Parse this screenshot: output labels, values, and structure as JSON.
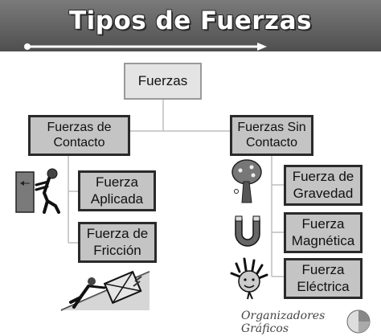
{
  "header": {
    "title": "Tipos de Fuerzas"
  },
  "root": {
    "label": "Fuerzas"
  },
  "branches": [
    {
      "label": "Fuerzas de\nContacto",
      "types": [
        {
          "label": "Fuerza\nAplicada",
          "icon": "pushing-box-icon"
        },
        {
          "label": "Fuerza de\nFricción",
          "icon": "pushing-crate-uphill-icon"
        }
      ]
    },
    {
      "label": "Fuerzas Sin\nContacto",
      "types": [
        {
          "label": "Fuerza de\nGravedad",
          "icon": "apple-tree-icon"
        },
        {
          "label": "Fuerza\nMagnética",
          "icon": "horseshoe-magnet-icon"
        },
        {
          "label": "Fuerza\nEléctrica",
          "icon": "static-hair-icon"
        }
      ]
    }
  ],
  "footer": {
    "brand": "Organizadores Gráficos"
  },
  "colors": {
    "banner": "#5f5f5f",
    "box_fill": "#c4c4c4",
    "root_fill": "#e4e4e4",
    "border": "#2a2a2a"
  }
}
